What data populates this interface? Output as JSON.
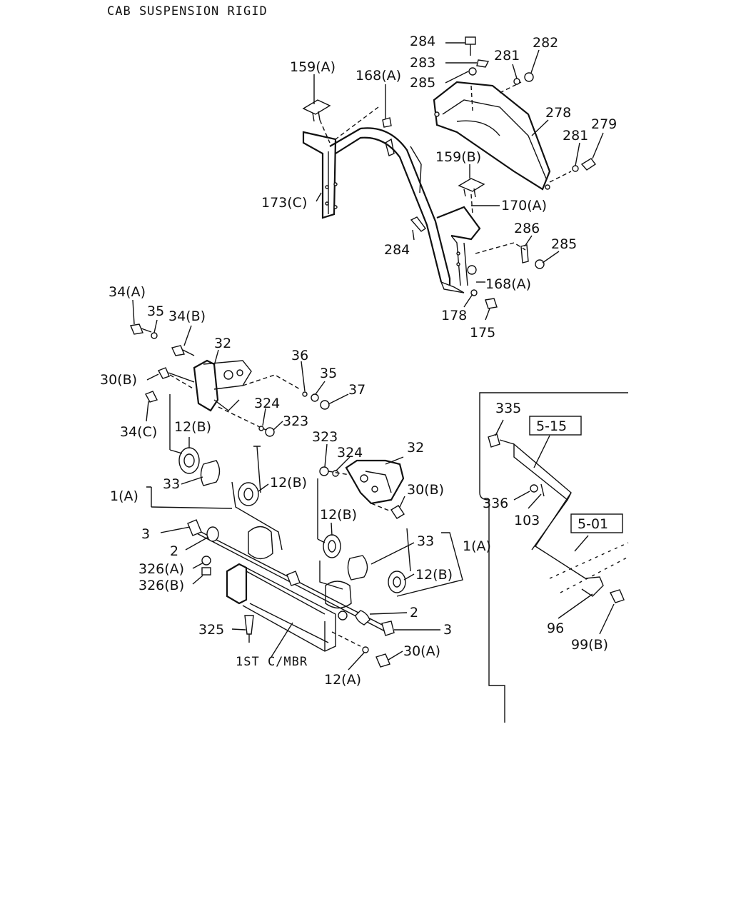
{
  "title": "CAB SUSPENSION RIGID",
  "labels": {
    "l284a": "284",
    "l283": "283",
    "l285a": "285",
    "l281a": "281",
    "l282": "282",
    "l159a": "159(A)",
    "l168a1": "168(A)",
    "l278": "278",
    "l281b": "281",
    "l279": "279",
    "l159b": "159(B)",
    "l173c": "173(C)",
    "l170a": "170(A)",
    "l286": "286",
    "l284b": "284",
    "l285b": "285",
    "l168a2": "168(A)",
    "l178": "178",
    "l175": "175",
    "l34a": "34(A)",
    "l35a": "35",
    "l34b": "34(B)",
    "l32a": "32",
    "l30ba": "30(B)",
    "l36": "36",
    "l35b": "35",
    "l37": "37",
    "l34c": "34(C)",
    "l324a": "324",
    "l323a": "323",
    "l12ba": "12(B)",
    "l323b": "323",
    "l324b": "324",
    "l32b": "32",
    "l1aa": "1(A)",
    "l33a": "33",
    "l12bb": "12(B)",
    "l30bb": "30(B)",
    "l12bc": "12(B)",
    "l3a": "3",
    "l2a": "2",
    "l33b": "33",
    "l1ab": "1(A)",
    "l326a": "326(A)",
    "l326b": "326(B)",
    "l12bd": "12(B)",
    "l2b": "2",
    "l325": "325",
    "l3b": "3",
    "l1stcmbr": "1ST C/MBR",
    "l30a": "30(A)",
    "l12a": "12(A)",
    "l335": "335",
    "l515": "5-15",
    "l336": "336",
    "l103": "103",
    "l501": "5-01",
    "l96": "96",
    "l99b": "99(B)"
  }
}
